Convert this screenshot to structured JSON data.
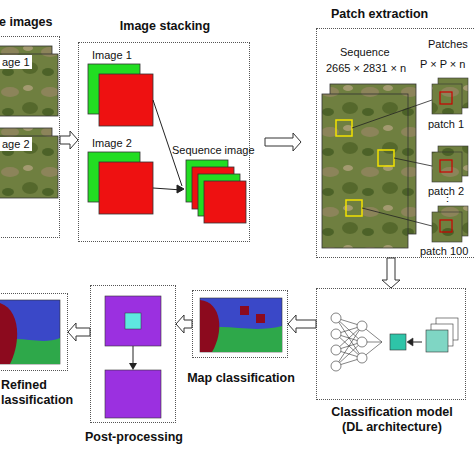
{
  "diagram": {
    "nodes": [
      {
        "text": [
          "e images"
        ]
      },
      {
        "text": [
          "Image stacking"
        ]
      },
      {
        "text": [
          "Patch extraction"
        ]
      },
      {
        "text": [
          "Classification model (DL architecture)"
        ]
      },
      {
        "text": [
          "Map classification"
        ]
      },
      {
        "text": [
          "Post-processing"
        ]
      },
      {
        "text": [
          "Refined lassification"
        ]
      }
    ],
    "edges": [
      {
        "from": 0,
        "to": 1,
        "arrow": "to"
      },
      {
        "from": 1,
        "to": 2,
        "arrow": "to"
      },
      {
        "from": 2,
        "to": 3,
        "arrow": "to"
      },
      {
        "from": 3,
        "to": 4,
        "arrow": "to"
      },
      {
        "from": 4,
        "to": 5,
        "arrow": "to"
      },
      {
        "from": 5,
        "to": 6,
        "arrow": "to"
      }
    ],
    "labels": [
      "age 1",
      "age 2",
      "Image 1",
      "Image 2",
      "Sequence image",
      "Sequence",
      "2665 × 2831 × n",
      "Patches",
      "P × P × n",
      "patch 1",
      "patch 2",
      "⋮",
      "patch 100"
    ]
  }
}
